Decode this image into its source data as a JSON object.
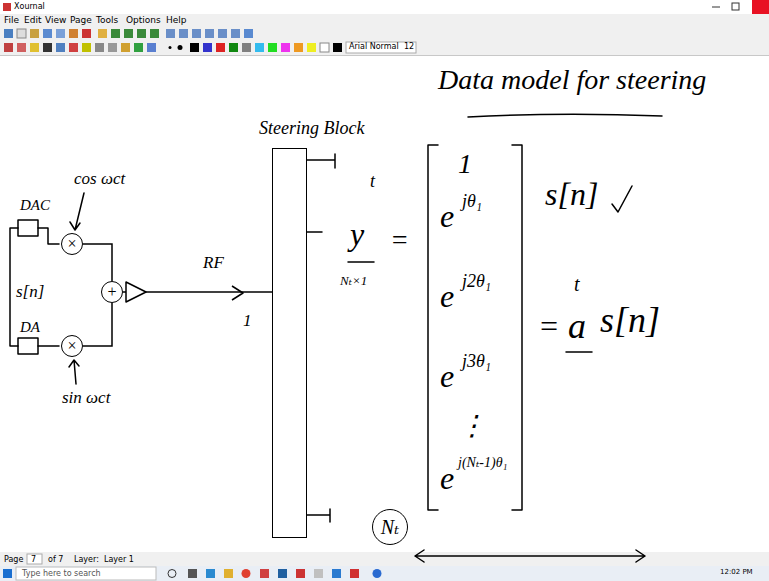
{
  "diagram": {
    "title": "Data model for steering",
    "nodes": [
      {
        "text": [
          "×"
        ]
      },
      {
        "text": [
          "×"
        ]
      },
      {
        "text": [
          "+"
        ]
      },
      {
        "text": [
          "Steering Block"
        ]
      },
      {
        "text": [
          "Nₜ"
        ]
      }
    ],
    "edges": [
      {
        "from": 0,
        "to": 2,
        "arrow": "none"
      },
      {
        "from": 1,
        "to": 2,
        "arrow": "none"
      },
      {
        "from": 2,
        "to": 3,
        "arrow": "none"
      }
    ],
    "labels": [
      "Xournal",
      "File",
      "Edit",
      "View",
      "Page",
      "Tools",
      "Options",
      "Help",
      "Arial Normal",
      "12",
      "DAC",
      "cos ωct",
      "s[n]",
      "DA",
      "sin ωct",
      "RF",
      "1",
      "t",
      "y",
      "Nₜ×1",
      "=",
      "1",
      "e",
      "jθ₁",
      "e",
      "j2θ₁",
      "e",
      "j3θ₁",
      "⋮",
      "e",
      "j(Nₜ-1)θ₁",
      "s[n]",
      "=",
      "t",
      "a",
      "s[n]",
      "Page",
      "7",
      "of 7",
      "Layer:",
      "Layer 1",
      "Type here to search",
      "12:02 PM"
    ]
  }
}
